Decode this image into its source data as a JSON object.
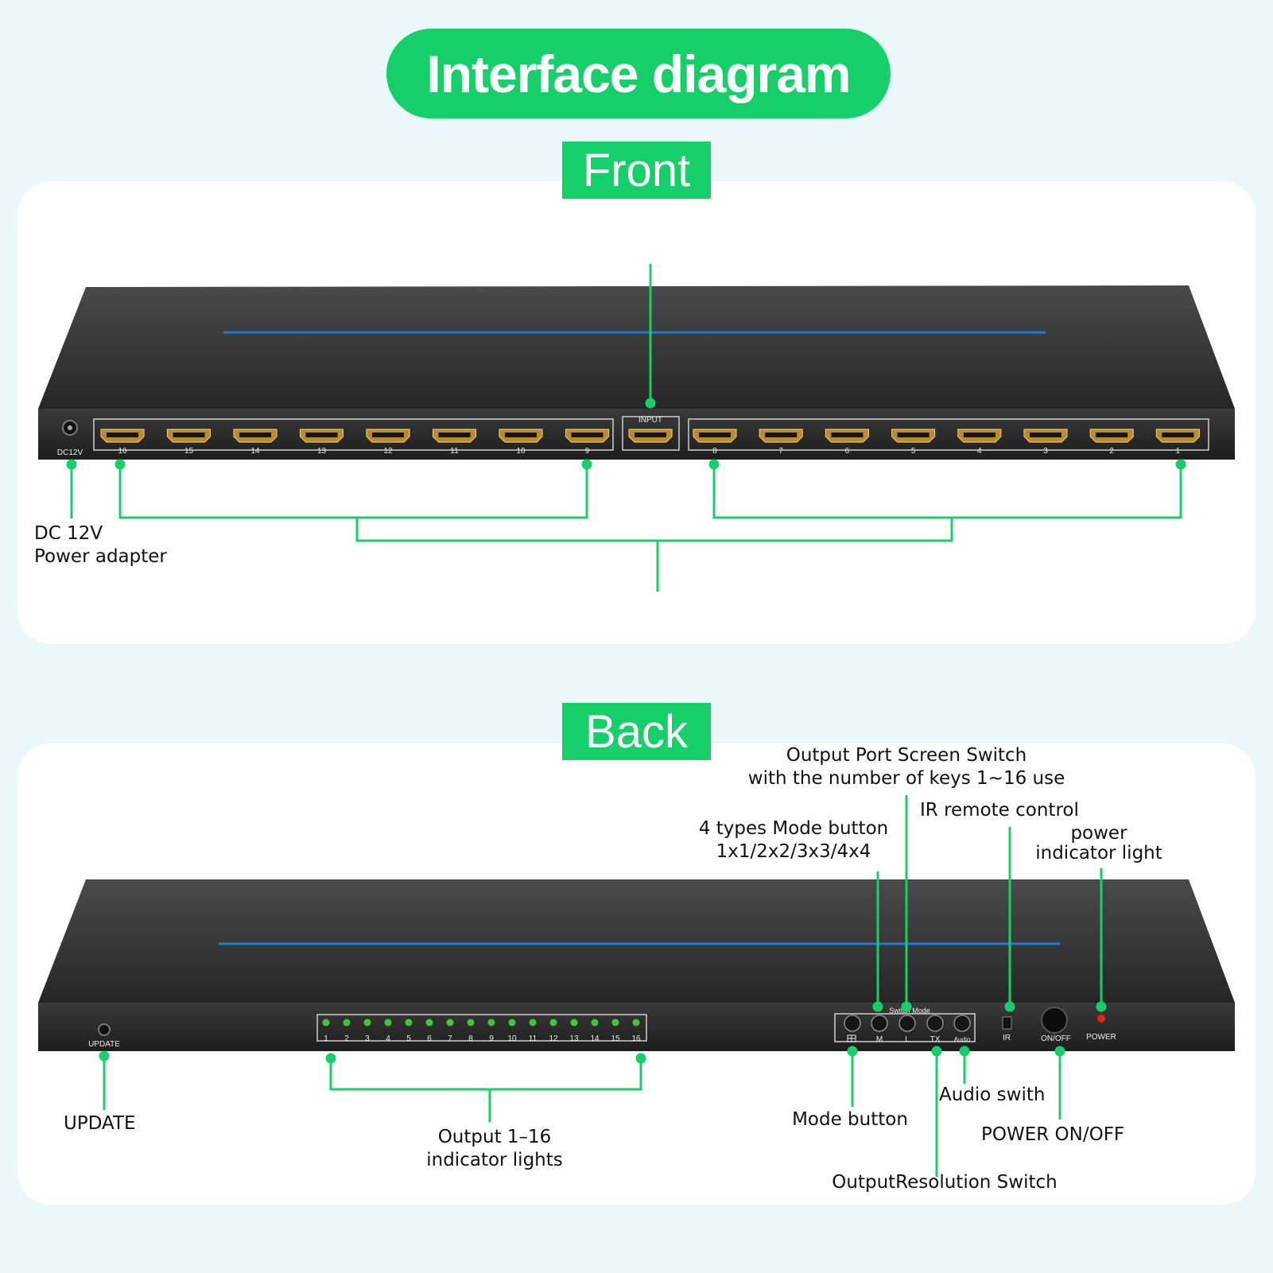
{
  "title": "Interface diagram",
  "sections": {
    "front": "Front",
    "back": "Back"
  },
  "front": {
    "dc_port_label": "DC12V",
    "input_label": "INPUT",
    "left_ports": [
      "16",
      "15",
      "14",
      "13",
      "12",
      "11",
      "10",
      "9"
    ],
    "right_ports": [
      "8",
      "7",
      "6",
      "5",
      "4",
      "3",
      "2",
      "1"
    ],
    "callouts": {
      "dc_line1": "DC 12V",
      "dc_line2": "Power adapter"
    }
  },
  "back": {
    "update_port_label": "UPDATE",
    "indicators": [
      "1",
      "2",
      "3",
      "4",
      "5",
      "6",
      "7",
      "8",
      "9",
      "10",
      "11",
      "12",
      "13",
      "14",
      "15",
      "16"
    ],
    "switch_mode_label": "Switch Mode",
    "buttons": [
      "M",
      "L",
      "TX",
      "Audio"
    ],
    "ir_label": "IR",
    "onoff_label": "ON/OFF",
    "power_label": "POWER",
    "colors": {
      "accent": "#15d068",
      "indicator_led": "#3ec83a",
      "power_led": "#e5231b",
      "blue_stripe": "#1f7ad6"
    },
    "callouts": {
      "output_screen_line1": "Output Port Screen Switch",
      "output_screen_line2": "with the number of keys 1~16 use",
      "ir_remote": "IR remote control",
      "mode4_line1": "4 types Mode button",
      "mode4_line2": "1x1/2x2/3x3/4x4",
      "power_light_line1": "power",
      "power_light_line2": "indicator light",
      "update": "UPDATE",
      "output_leds_line1": "Output 1–16",
      "output_leds_line2": "indicator lights",
      "mode_button": "Mode button",
      "audio_switch": "Audio swith",
      "power_onoff": "POWER  ON/OFF",
      "resolution_switch": "OutputResolution Switch"
    }
  }
}
